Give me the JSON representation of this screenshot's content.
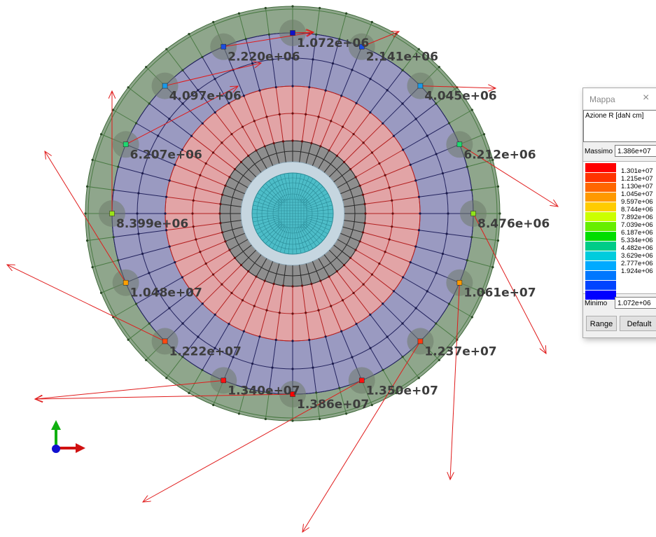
{
  "colors": {
    "ring_outer": "#8fa68c",
    "ring_blue": "#9a9ac1",
    "ring_red": "#e2a4a6",
    "ring_gray": "#8e8e8e",
    "ring_cyan": "#4dbdc8",
    "vector": "#e01b1b",
    "node_halo": "#6f7c6c"
  },
  "nodes": [
    {
      "label": "1.072e+06",
      "color": "#1010c8"
    },
    {
      "label": "2.141e+06",
      "color": "#1a4ee0"
    },
    {
      "label": "4.045e+06",
      "color": "#1a9ae8"
    },
    {
      "label": "6.212e+06",
      "color": "#1fd870"
    },
    {
      "label": "8.476e+06",
      "color": "#8fe21a"
    },
    {
      "label": "1.061e+07",
      "color": "#ff9a00"
    },
    {
      "label": "1.237e+07",
      "color": "#ff3a10"
    },
    {
      "label": "1.350e+07",
      "color": "#ff1010"
    },
    {
      "label": "1.386e+07",
      "color": "#ff0000"
    },
    {
      "label": "1.340e+07",
      "color": "#ff1010"
    },
    {
      "label": "1.222e+07",
      "color": "#ff4a10"
    },
    {
      "label": "1.048e+07",
      "color": "#ffa000"
    },
    {
      "label": "8.399e+06",
      "color": "#9ae21a"
    },
    {
      "label": "6.207e+06",
      "color": "#1fd870"
    },
    {
      "label": "4.097e+06",
      "color": "#1a9ae8"
    },
    {
      "label": "2.220e+06",
      "color": "#1a4ee0"
    }
  ],
  "axes_icon": {
    "x_color": "#d01010",
    "y_color": "#10b010",
    "origin_color": "#1010d0"
  },
  "legend": {
    "title": "Mappa",
    "close_glyph": "×",
    "quantity": "Azione R [daN cm]",
    "max_label": "Massimo",
    "max_value": "1.386e+07",
    "min_label": "Minimo",
    "min_value": "1.072e+06",
    "scale": [
      {
        "value": "1.301e+07",
        "color": "#ff0000"
      },
      {
        "value": "1.215e+07",
        "color": "#ff3300"
      },
      {
        "value": "1.130e+07",
        "color": "#ff6600"
      },
      {
        "value": "1.045e+07",
        "color": "#ff9900"
      },
      {
        "value": "9.597e+06",
        "color": "#ffcc00"
      },
      {
        "value": "8.744e+06",
        "color": "#ccff00"
      },
      {
        "value": "7.892e+06",
        "color": "#66ee00"
      },
      {
        "value": "7.039e+06",
        "color": "#00dd00"
      },
      {
        "value": "6.187e+06",
        "color": "#00cc88"
      },
      {
        "value": "5.334e+06",
        "color": "#00ccdd"
      },
      {
        "value": "4.482e+06",
        "color": "#00aaff"
      },
      {
        "value": "3.629e+06",
        "color": "#0077ff"
      },
      {
        "value": "2.777e+06",
        "color": "#0044ff"
      },
      {
        "value": "1.924e+06",
        "color": "#0000ff"
      }
    ],
    "range_button": "Range",
    "default_button": "Default"
  }
}
